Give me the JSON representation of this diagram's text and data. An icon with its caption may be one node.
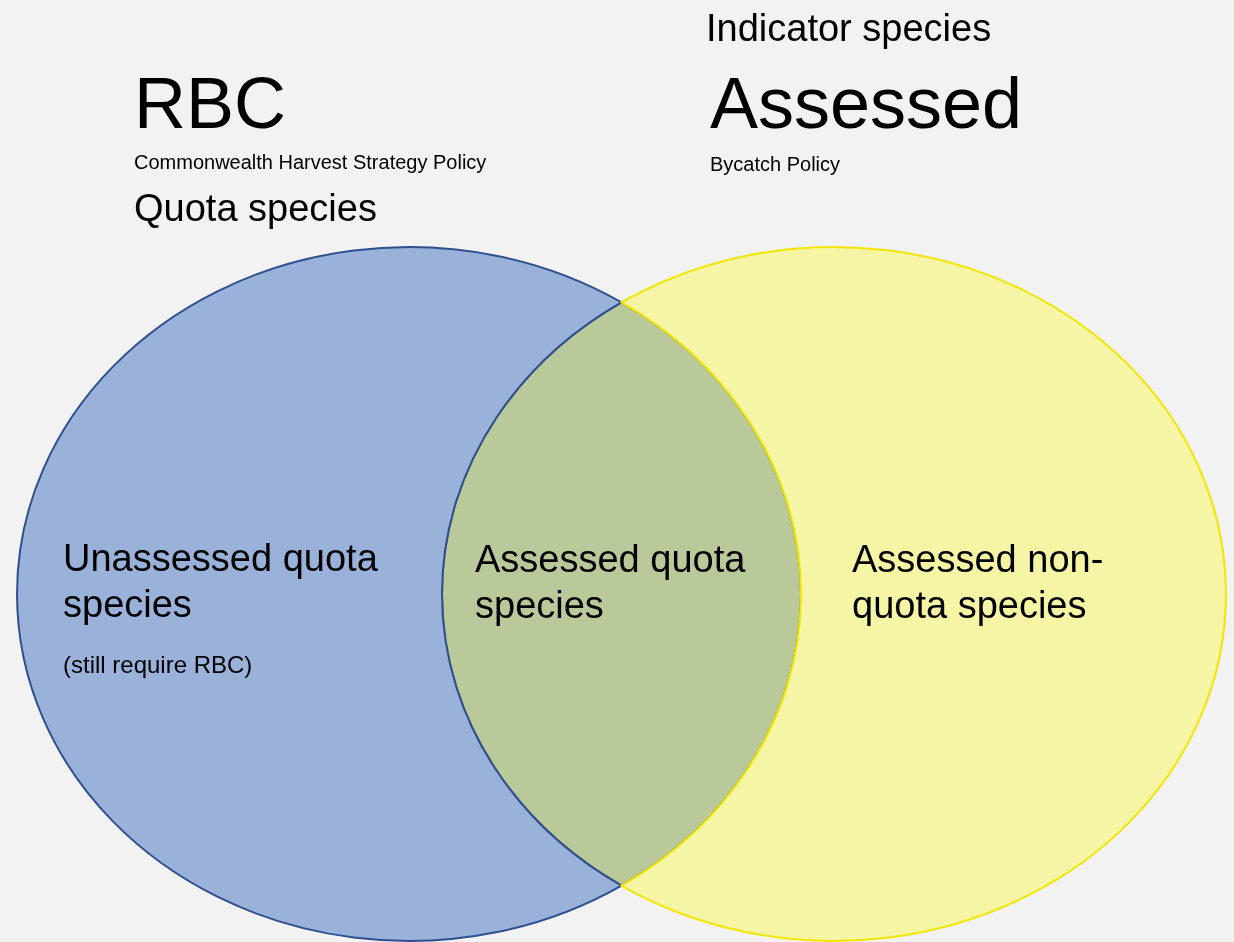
{
  "diagram": {
    "nodes": [
      {
        "text": [
          "Unassessed quota species",
          "(still require RBC)"
        ]
      },
      {
        "text": [
          "Assessed non-quota species"
        ]
      },
      {
        "text": [
          "Assessed quota species"
        ]
      }
    ],
    "edges": [],
    "labels": [
      "Indicator species",
      "RBC",
      "Assessed",
      "Commonwealth Harvest Strategy Policy",
      "Bycatch Policy",
      "Quota species"
    ]
  }
}
